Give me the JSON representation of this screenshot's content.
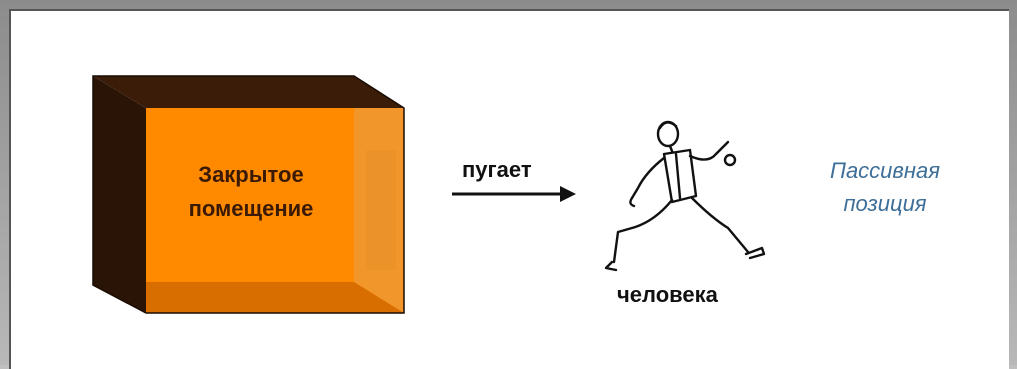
{
  "diagram": {
    "box": {
      "line1": "Закрытое",
      "line2": "помещение",
      "colors": {
        "front": "#ff8a00",
        "top": "#3a1c08",
        "left": "#2a1405",
        "inner_bottom": "#d86e00"
      }
    },
    "arrow_label": "пугает",
    "figure": {
      "icon": "running-man-icon",
      "label": "человека"
    },
    "position_label": {
      "line1": "Пассивная",
      "line2": "позиция",
      "color": "#3e6f98"
    }
  }
}
